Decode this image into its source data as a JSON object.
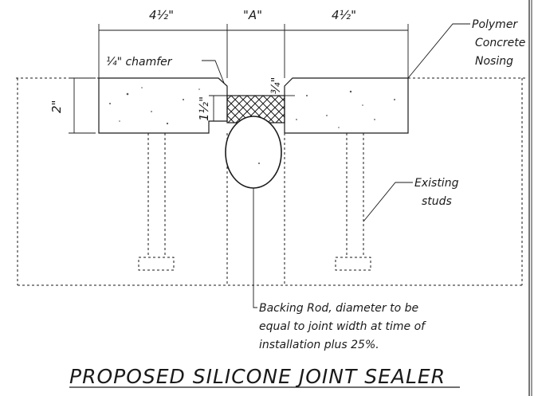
{
  "dimensions": {
    "left_width": "4½\"",
    "joint_width": "\"A\"",
    "right_width": "4½\"",
    "slab_depth": "2\"",
    "chamfer": "¼\" chamfer",
    "sealer_depth": "1½\"",
    "recess_depth": "¾\""
  },
  "notes": {
    "nosing": [
      "Polymer",
      "Concrete",
      "Nosing"
    ],
    "studs": [
      "Existing",
      "studs"
    ],
    "backing_rod": [
      "Backing Rod, diameter to be",
      "equal to joint width at time of",
      "installation plus 25%."
    ]
  },
  "title": "PROPOSED SILICONE JOINT SEALER"
}
